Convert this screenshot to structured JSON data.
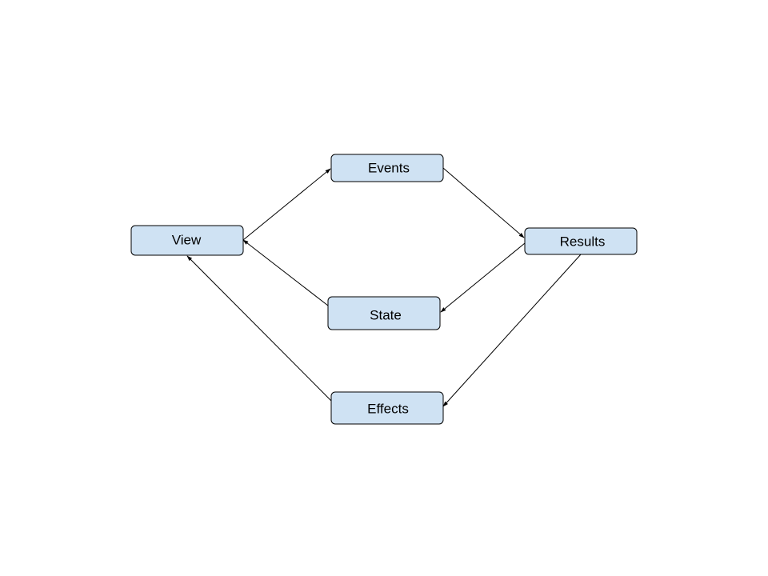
{
  "diagram": {
    "nodes": {
      "view": "View",
      "events": "Events",
      "results": "Results",
      "state": "State",
      "effects": "Effects"
    },
    "edges": [
      {
        "from": "view",
        "to": "events"
      },
      {
        "from": "events",
        "to": "results"
      },
      {
        "from": "results",
        "to": "state"
      },
      {
        "from": "state",
        "to": "view"
      },
      {
        "from": "results",
        "to": "effects"
      },
      {
        "from": "effects",
        "to": "view"
      }
    ],
    "colors": {
      "node_fill": "#cfe2f3",
      "node_stroke": "#000000",
      "edge": "#000000",
      "background": "#ffffff"
    }
  }
}
